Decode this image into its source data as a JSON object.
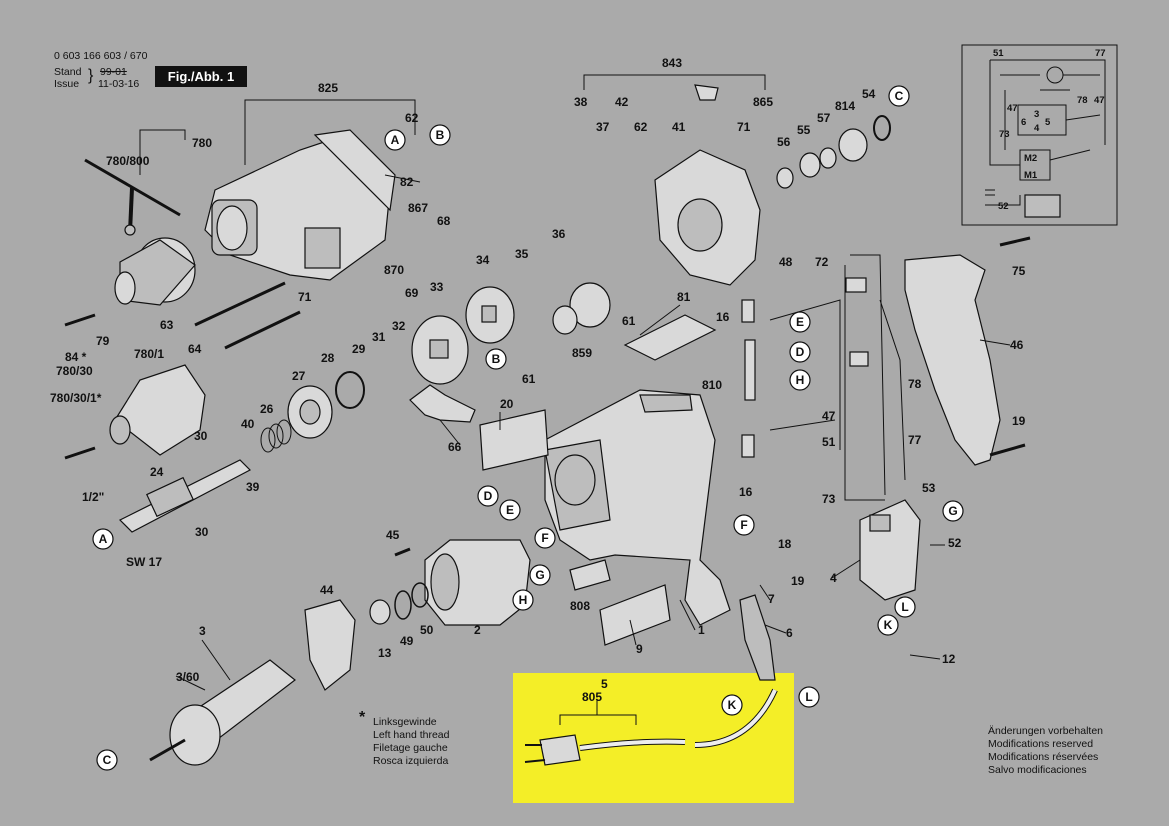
{
  "header": {
    "doc_number": "0 603 166 603 / 670",
    "stand_label": "Stand",
    "issue_label": "Issue",
    "old_date": "99-01",
    "new_date": "11-03-16",
    "figure_label": "Fig./Abb. 1"
  },
  "footnote": {
    "marker": "*",
    "lines": [
      "Linksgewinde",
      "Left hand thread",
      "Filetage gauche",
      "Rosca izquierda"
    ]
  },
  "disclaimer": {
    "lines": [
      "Änderungen vorbehalten",
      "Modifications reserved",
      "Modifications réservées",
      "Salvo modificaciones"
    ]
  },
  "callouts": {
    "c825": "825",
    "c843": "843",
    "c780": "780",
    "c780_800": "780/800",
    "c62a": "62",
    "c82": "82",
    "c867": "867",
    "c68": "68",
    "c870": "870",
    "c71a": "71",
    "c69": "69",
    "c63": "63",
    "c64": "64",
    "c79": "79",
    "c84": "84 *",
    "c780_30": "780/30",
    "c780_1": "780/1",
    "c780_30_1": "780/30/1*",
    "c30a": "30",
    "c30b": "30",
    "c24": "24",
    "c1_2": "1/2\"",
    "c39": "39",
    "c40": "40",
    "c26": "26",
    "c27": "27",
    "c28": "28",
    "c29": "29",
    "c31": "31",
    "c32": "32",
    "c33": "33",
    "c34": "34",
    "c35": "35",
    "c36": "36",
    "c38": "38",
    "c42": "42",
    "c37": "37",
    "c62b": "62",
    "c41": "41",
    "c71b": "71",
    "c865": "865",
    "c56": "56",
    "c55": "55",
    "c57": "57",
    "c814": "814",
    "c54": "54",
    "c61a": "61",
    "c61b": "61",
    "c859": "859",
    "c81": "81",
    "c66": "66",
    "c20": "20",
    "c48": "48",
    "c72": "72",
    "c16a": "16",
    "c16b": "16",
    "c810": "810",
    "c47": "47",
    "c51": "51",
    "c78": "78",
    "c77": "77",
    "c73": "73",
    "c53": "53",
    "c75": "75",
    "c46": "46",
    "c19a": "19",
    "c19b": "19",
    "c18": "18",
    "c4": "4",
    "c52": "52",
    "c12": "12",
    "c7": "7",
    "c6": "6",
    "c1": "1",
    "c9": "9",
    "c808": "808",
    "c2": "2",
    "c45": "45",
    "c44": "44",
    "c13": "13",
    "c49": "49",
    "c50": "50",
    "c3": "3",
    "c3_60": "3/60",
    "csw17": "SW 17",
    "c5": "5",
    "c805": "805"
  },
  "circle_refs": {
    "A": "A",
    "B": "B",
    "C": "C",
    "D": "D",
    "E": "E",
    "F": "F",
    "G": "G",
    "H": "H",
    "K": "K",
    "L": "L"
  },
  "schematic": {
    "n51": "51",
    "n77": "77",
    "n78": "78",
    "n47a": "47",
    "n47b": "47",
    "n6": "6",
    "n3": "3",
    "n4": "4",
    "n5": "5",
    "n73": "73",
    "m2": "M2",
    "m1": "M1",
    "n52": "52"
  },
  "colors": {
    "background": "#aaaaaa",
    "highlight": "#f4ee27",
    "ink": "#111111",
    "part_fill": "#d9d9d9"
  }
}
